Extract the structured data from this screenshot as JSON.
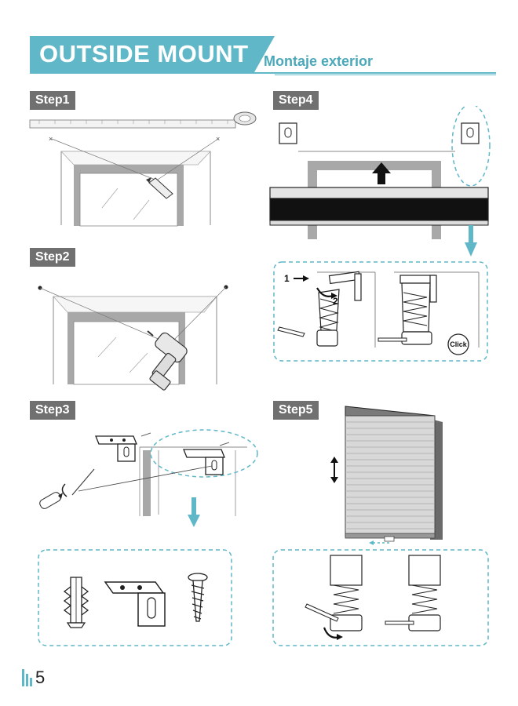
{
  "header": {
    "title": "OUTSIDE MOUNT",
    "subtitle": "Montaje exterior",
    "accent_color": "#5fb7c7"
  },
  "steps": [
    {
      "label": "Step1"
    },
    {
      "label": "Step2"
    },
    {
      "label": "Step3"
    },
    {
      "label": "Step4"
    },
    {
      "label": "Step5"
    }
  ],
  "annotations": {
    "step4_arrow_1": "1",
    "step4_arrow_2": "2",
    "click_label": "Click"
  },
  "icons": [
    "tape-measure-icon",
    "pencil-icon",
    "drill-icon",
    "screwdriver-icon",
    "wall-anchor-icon",
    "bracket-icon",
    "screw-icon"
  ],
  "footer": {
    "page_number": "5"
  }
}
